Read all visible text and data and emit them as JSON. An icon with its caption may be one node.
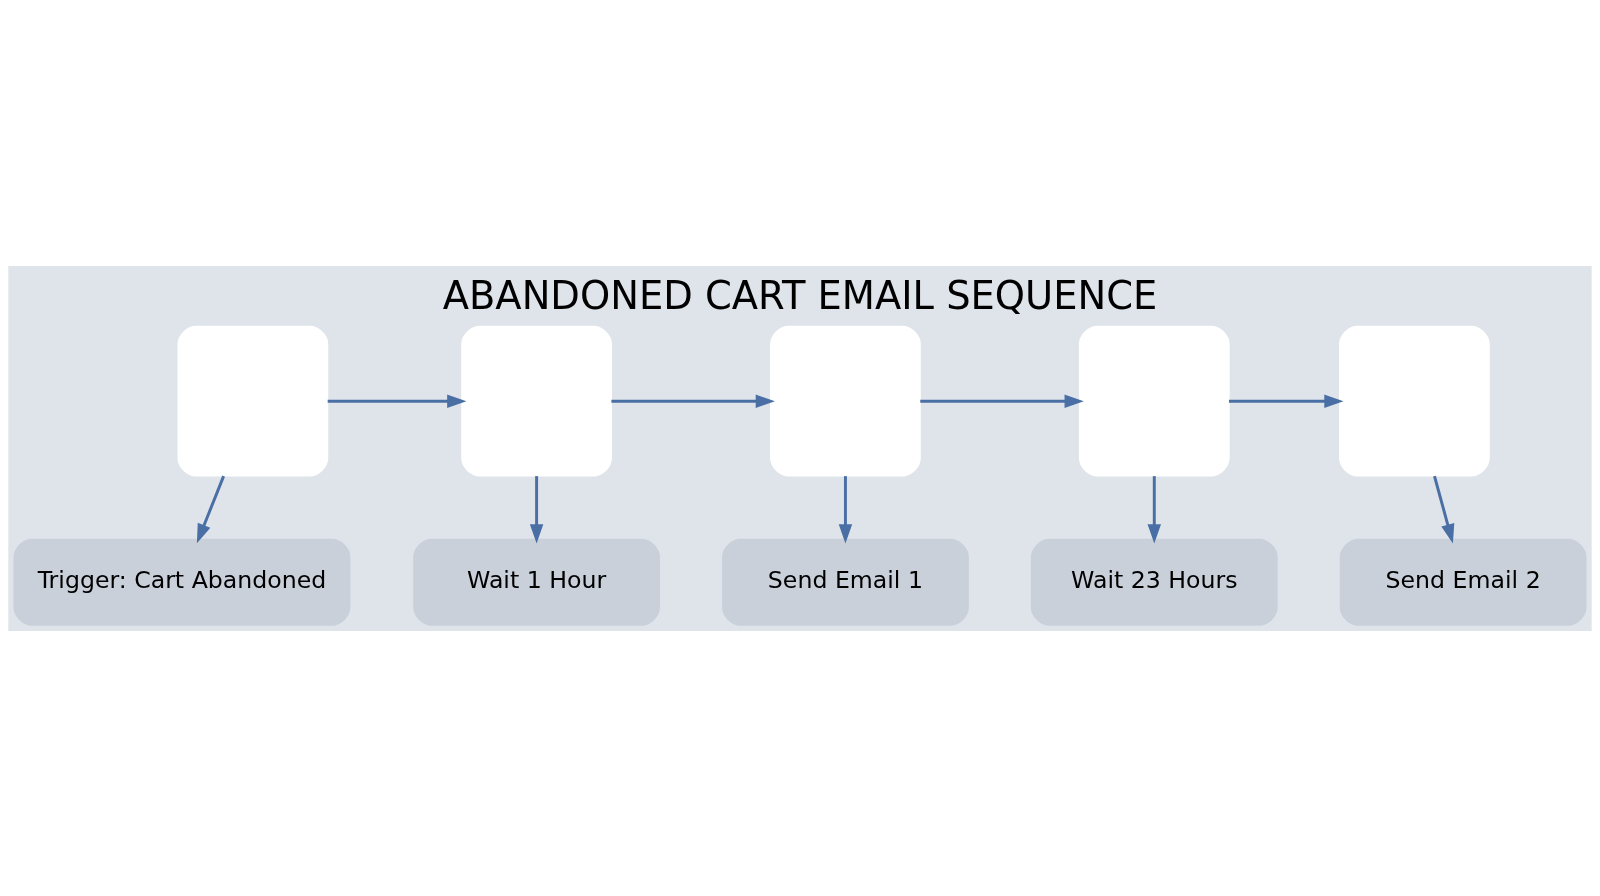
{
  "diagram": {
    "title": "ABANDONED CART EMAIL SEQUENCE",
    "nodes": [
      {
        "text": [],
        "shape": "box"
      },
      {
        "text": [],
        "shape": "box"
      },
      {
        "text": [],
        "shape": "box"
      },
      {
        "text": [],
        "shape": "box"
      },
      {
        "text": [],
        "shape": "box"
      },
      {
        "text": [
          "Trigger: Cart Abandoned"
        ]
      },
      {
        "text": [
          "Wait 1 Hour"
        ]
      },
      {
        "text": [
          "Send Email 1"
        ]
      },
      {
        "text": [
          "Wait 23 Hours"
        ]
      },
      {
        "text": [
          "Send Email 2"
        ]
      }
    ],
    "edges": [
      {
        "from": 0,
        "to": 1,
        "arrow": "to"
      },
      {
        "from": 1,
        "to": 2,
        "arrow": "to"
      },
      {
        "from": 2,
        "to": 3,
        "arrow": "to"
      },
      {
        "from": 3,
        "to": 4,
        "arrow": "to"
      },
      {
        "from": 0,
        "to": 5,
        "arrow": "to"
      },
      {
        "from": 1,
        "to": 6,
        "arrow": "to"
      },
      {
        "from": 2,
        "to": 7,
        "arrow": "to"
      },
      {
        "from": 3,
        "to": 8,
        "arrow": "to"
      },
      {
        "from": 4,
        "to": 9,
        "arrow": "to"
      }
    ]
  }
}
